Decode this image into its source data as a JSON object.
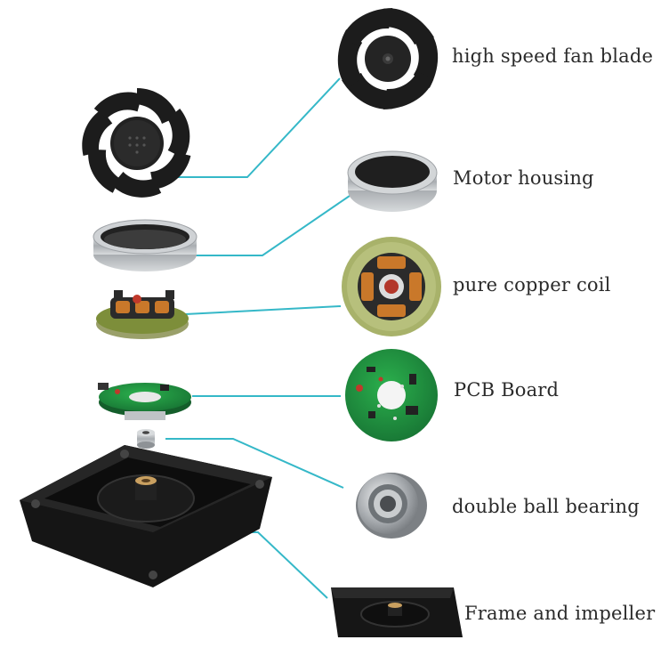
{
  "labels": {
    "fan_blade": "high speed fan blade",
    "motor_housing": "Motor housing",
    "copper_coil": "pure copper coil",
    "pcb_board": "PCB Board",
    "ball_bearing": "double ball bearing",
    "frame_impeller": "Frame and impeller"
  },
  "colors": {
    "leader_line": "#35b8c8",
    "label_text": "#2a2a2a",
    "fan_black": "#1c1c1c",
    "metal_silver": "#bfc3c6",
    "pcb_green": "#1f8a3a",
    "copper": "#c9782a",
    "stator_black": "#2b2b2b"
  },
  "icons": {
    "fan_blade_left": "fan-blade-icon",
    "fan_blade_right": "fan-blade-icon",
    "housing_left": "motor-housing-ring-icon",
    "housing_right": "motor-housing-ring-icon",
    "coil_left": "stator-coil-icon",
    "coil_right": "stator-coil-icon",
    "pcb_left": "pcb-board-icon",
    "pcb_right": "pcb-board-icon",
    "bearing_small": "ball-bearing-icon",
    "bearing_large": "ball-bearing-icon",
    "frame_large": "fan-frame-icon",
    "frame_small": "fan-frame-icon"
  }
}
